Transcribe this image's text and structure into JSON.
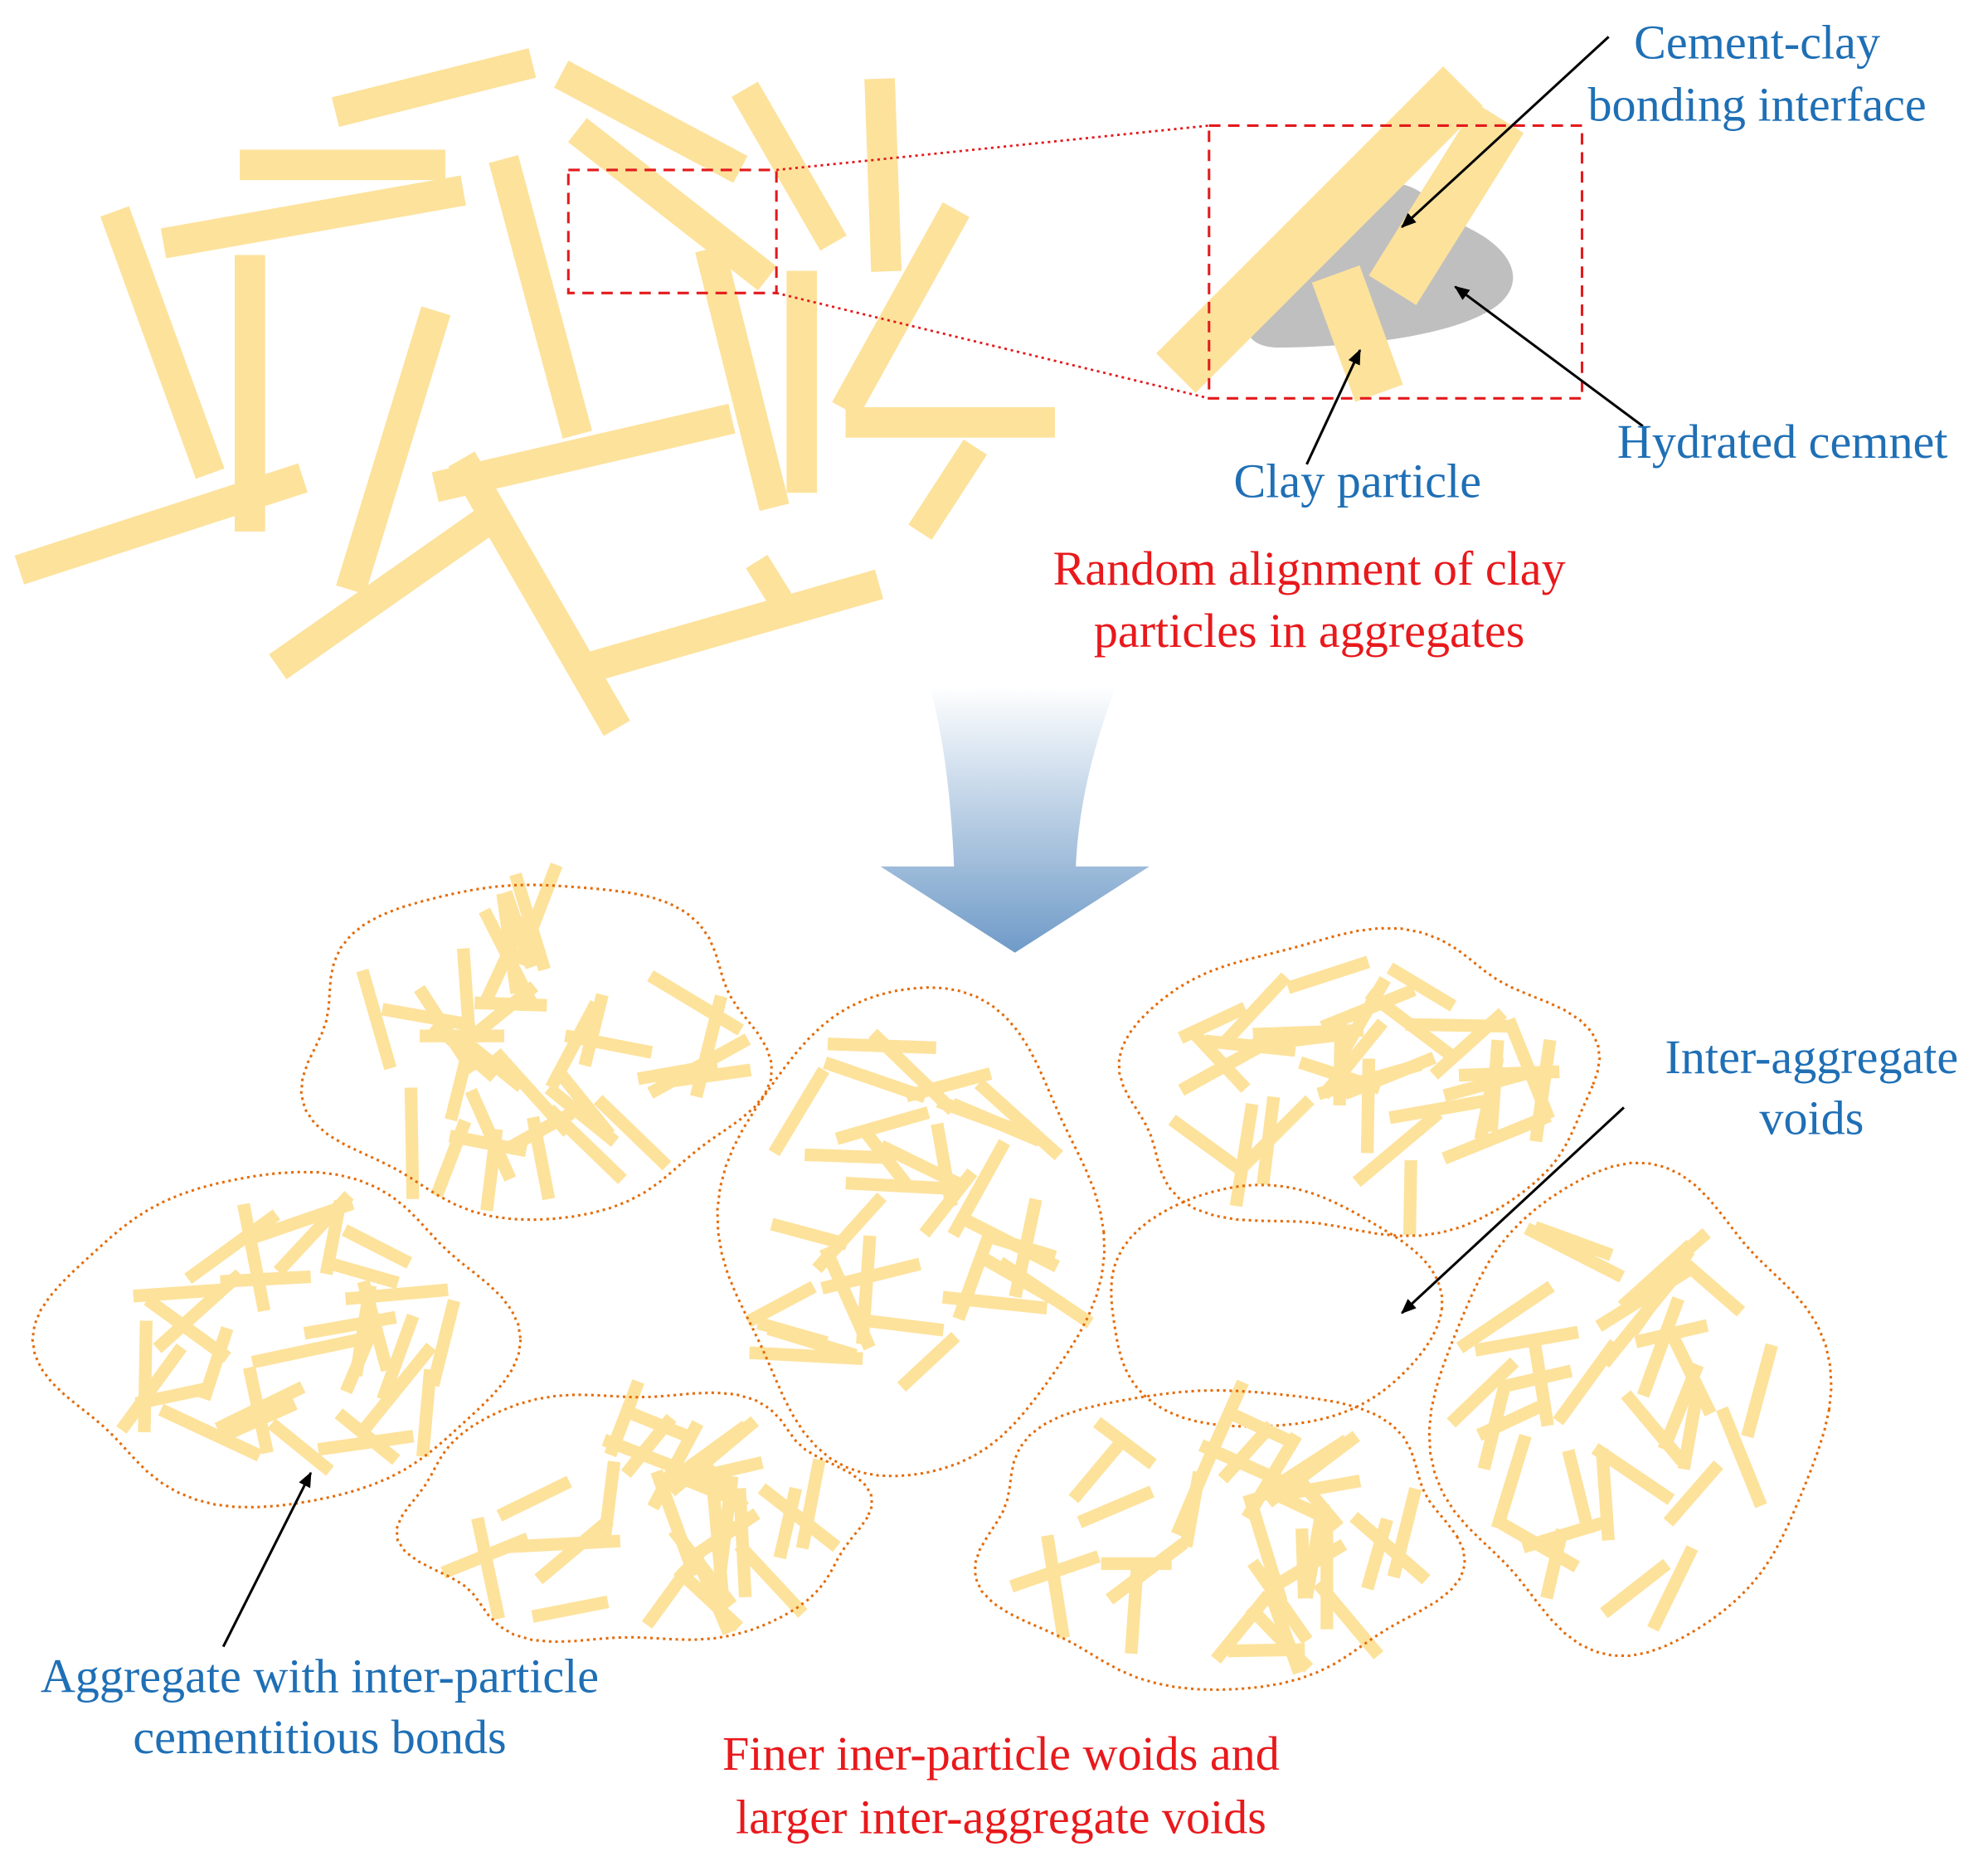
{
  "colors": {
    "particle": "#FDE29C",
    "cement": "#BFBFBF",
    "label_blue": "#1F6FB5",
    "label_red": "#E8191C",
    "callout_red": "#E31A1C",
    "outline_orange": "#E46C0A",
    "arrow_black": "#000000",
    "big_arrow_top": "#FFFFFF",
    "big_arrow_bottom": "#6F9BC8"
  },
  "labels": {
    "cement_clay_1": "Cement-clay",
    "cement_clay_2": "bonding interface",
    "hydrated": "Hydrated cemnet",
    "clay_particle": "Clay particle",
    "random_1": "Random alignment of clay",
    "random_2": "particles in aggregates",
    "inter_agg_1": "Inter-aggregate",
    "inter_agg_2": "voids",
    "aggregate_1": "Aggregate with inter-particle",
    "aggregate_2": "cementitious bonds",
    "finer_1": "Finer iner-particle woids and",
    "finer_2": "larger inter-aggregate voids"
  }
}
